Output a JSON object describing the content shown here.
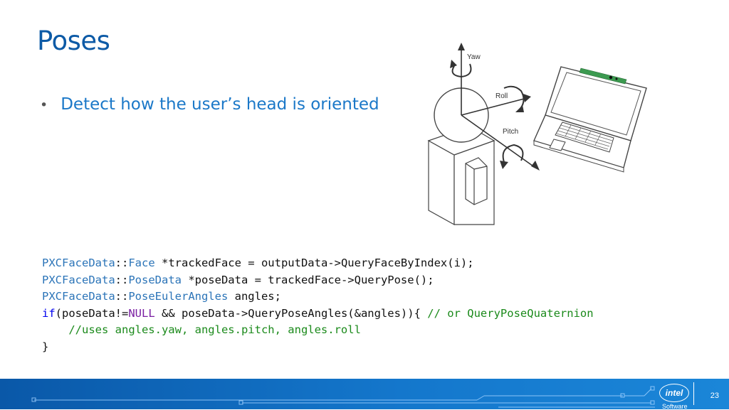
{
  "slide": {
    "title": "Poses",
    "bullet": "Detect how the user’s head is oriented",
    "page_number": "23"
  },
  "diagram": {
    "labels": {
      "yaw": "Yaw",
      "roll": "Roll",
      "pitch": "Pitch"
    }
  },
  "code": {
    "lines": [
      [
        {
          "t": "PXCFaceData",
          "c": "cl"
        },
        {
          "t": "::",
          "c": ""
        },
        {
          "t": "Face",
          "c": "cl"
        },
        {
          "t": " *trackedFace = outputData->QueryFaceByIndex(i);",
          "c": ""
        }
      ],
      [
        {
          "t": "PXCFaceData",
          "c": "cl"
        },
        {
          "t": "::",
          "c": ""
        },
        {
          "t": "PoseData",
          "c": "cl"
        },
        {
          "t": " *poseData = trackedFace->QueryPose();",
          "c": ""
        }
      ],
      [
        {
          "t": "PXCFaceData",
          "c": "cl"
        },
        {
          "t": "::",
          "c": ""
        },
        {
          "t": "PoseEulerAngles",
          "c": "cl"
        },
        {
          "t": " angles;",
          "c": ""
        }
      ],
      [
        {
          "t": "if",
          "c": "kw"
        },
        {
          "t": "(poseData!=",
          "c": ""
        },
        {
          "t": "NULL",
          "c": "nl"
        },
        {
          "t": " && poseData->QueryPoseAngles(&angles)){ ",
          "c": ""
        },
        {
          "t": "// or QueryPoseQuaternion",
          "c": "cm"
        }
      ],
      [
        {
          "t": "    ",
          "c": ""
        },
        {
          "t": "//uses angles.yaw, angles.pitch, angles.roll",
          "c": "cm"
        }
      ],
      [
        {
          "t": "}",
          "c": ""
        }
      ]
    ]
  },
  "footer": {
    "brand_logo": "intel",
    "brand_text": "Software",
    "colors": {
      "bar_start": "#0a58a8",
      "bar_end": "#1b86d8"
    }
  }
}
